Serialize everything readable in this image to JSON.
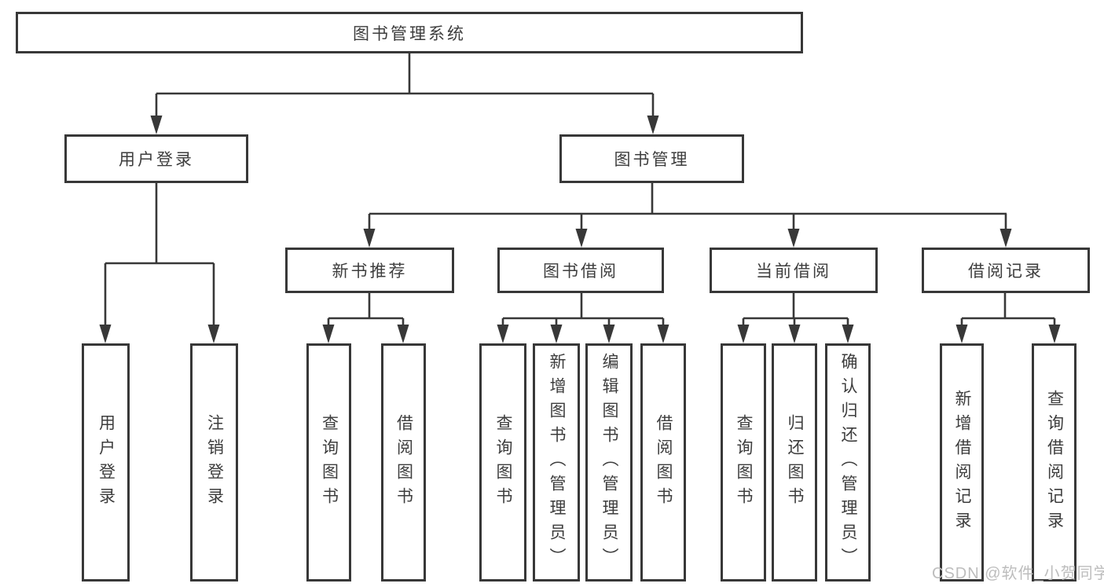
{
  "diagram": {
    "root": "图书管理系统",
    "level2": [
      "用户登录",
      "图书管理"
    ],
    "level3": [
      "新书推荐",
      "图书借阅",
      "当前借阅",
      "借阅记录"
    ],
    "leaves": {
      "login": [
        "用户登录",
        "注销登录"
      ],
      "recommend": [
        "查询图书",
        "借阅图书"
      ],
      "borrow": [
        "查询图书",
        "新增图书（管理员）",
        "编辑图书（管理员）",
        "借阅图书"
      ],
      "current": [
        "查询图书",
        "归还图书",
        "确认归还（管理员）"
      ],
      "records": [
        "新增借阅记录",
        "查询借阅记录"
      ]
    }
  },
  "watermark": "CSDN @软件_小贺同学",
  "colors": {
    "line": "#383838",
    "text": "#3d3d3d",
    "watermark": "#bdbdbd",
    "background": "#ffffff"
  }
}
